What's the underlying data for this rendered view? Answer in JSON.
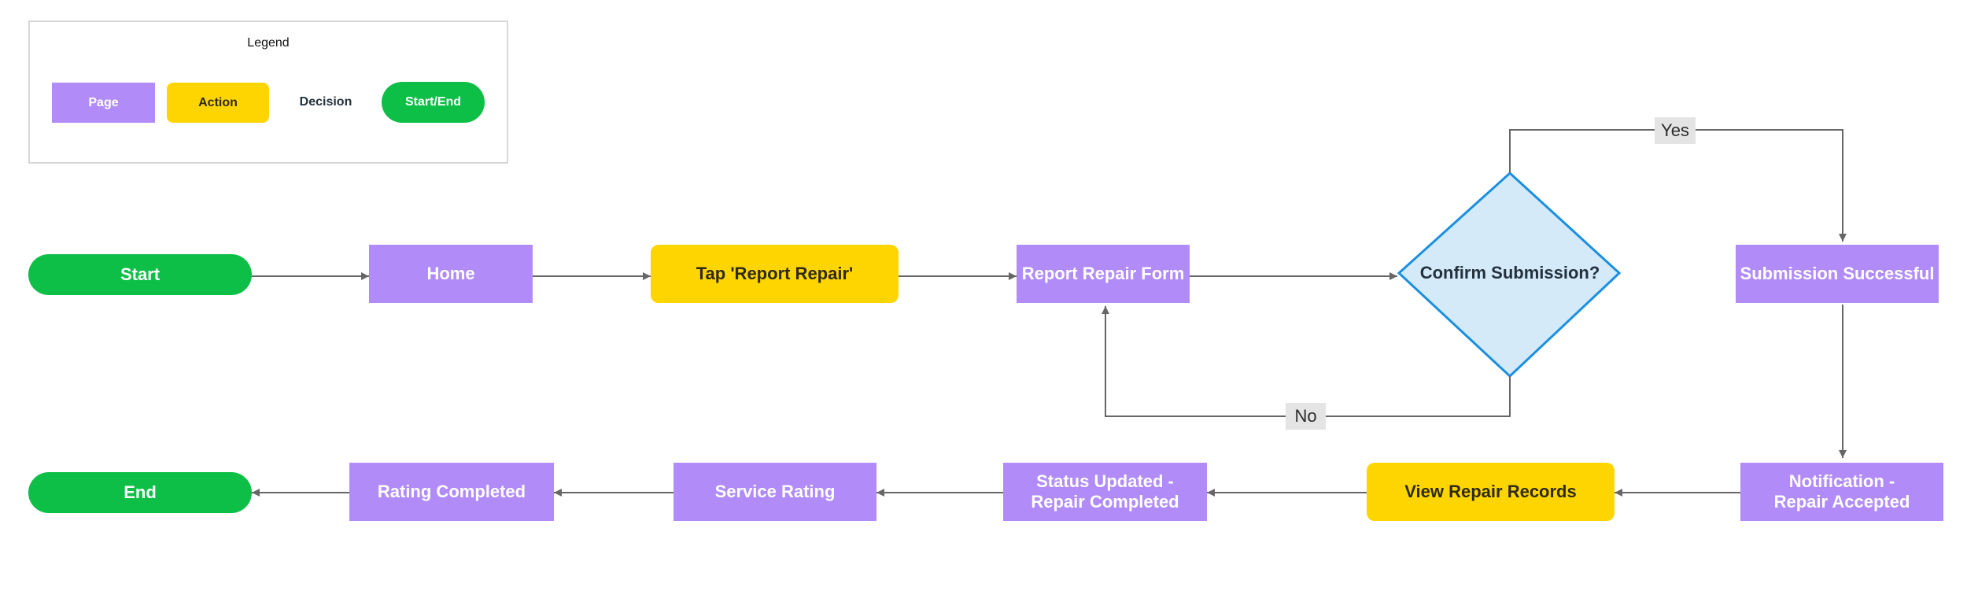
{
  "legend": {
    "title": "Legend",
    "page": "Page",
    "action": "Action",
    "decision": "Decision",
    "startend": "Start/End"
  },
  "nodes": {
    "start": "Start",
    "home": "Home",
    "tap_report": "Tap 'Report Repair'",
    "report_form": "Report Repair Form",
    "confirm": "Confirm Submission?",
    "submission_successful": "Submission Successful",
    "notification_line1": "Notification -",
    "notification_line2": "Repair Accepted",
    "view_records": "View Repair Records",
    "status_line1": "Status Updated -",
    "status_line2": "Repair Completed",
    "service_rating": "Service Rating",
    "rating_completed": "Rating Completed",
    "end": "End"
  },
  "edges": {
    "yes": "Yes",
    "no": "No"
  },
  "colors": {
    "page": "#b18cf9",
    "action": "#ffd500",
    "decision_fill": "#d4eaf9",
    "decision_stroke": "#1a8fe0",
    "startend": "#0dbf47",
    "arrow": "#666666"
  }
}
